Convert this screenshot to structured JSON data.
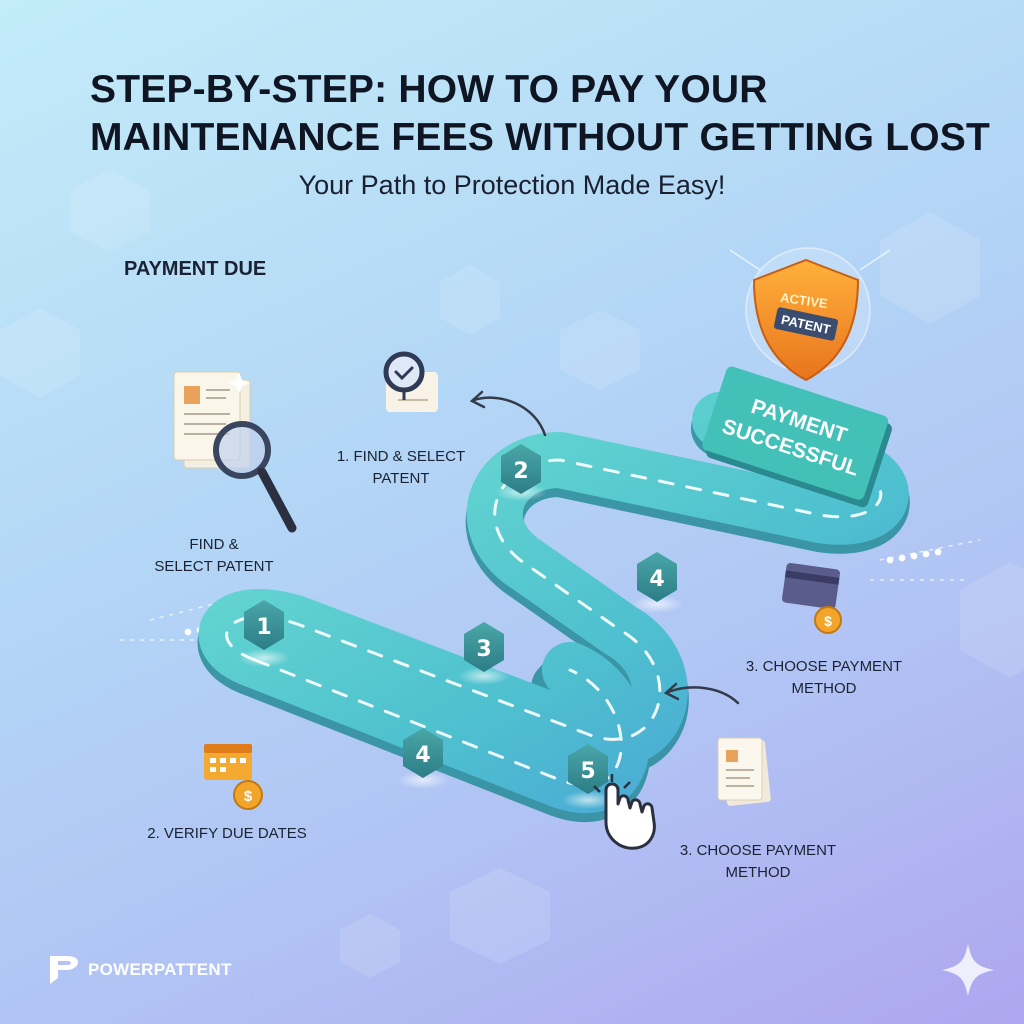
{
  "header": {
    "title_line1": "STEP-BY-STEP: HOW TO PAY YOUR",
    "title_line2": "MAINTENANCE FEES WITHOUT GETTING LOST",
    "subtitle": "Your Path to Protection Made Easy!"
  },
  "start_label": "PAYMENT DUE",
  "labels": {
    "find_select_left_line1": "FIND &",
    "find_select_left_line2": "SELECT PATENT",
    "find_select_top_line1": "1. FIND & SELECT",
    "find_select_top_line2": "PATENT",
    "verify_due_dates": "2. VERIFY DUE DATES",
    "choose_payment_right_line1": "3. CHOOSE PAYMENT",
    "choose_payment_right_line2": "METHOD",
    "choose_payment_bottom_line1": "3. CHOOSE PAYMENT",
    "choose_payment_bottom_line2": "METHOD"
  },
  "markers": {
    "m1": "1",
    "m2": "2",
    "m3": "3",
    "m4a": "4",
    "m4b": "4",
    "m5": "5"
  },
  "finish_sign": {
    "line1": "PAYMENT",
    "line2": "SUCCESSFUL"
  },
  "shield": {
    "line1": "ACTIVE",
    "line2": "PATENT"
  },
  "brand": {
    "name": "POWERPATTENT"
  },
  "icons": {
    "document_magnifier": "document-magnifier-icon",
    "checkmark_bubble": "check-bubble-icon",
    "calendar_coin": "calendar-coin-icon",
    "credit_card_coin": "credit-card-coin-icon",
    "document": "document-icon",
    "hand_pointer": "hand-pointer-icon",
    "shield": "shield-icon",
    "sparkle": "sparkle-icon"
  },
  "colors": {
    "road": "#4fc3c9",
    "road_edge": "#2d8f9c",
    "sign": "#3fb8b5",
    "shield": "#f59a2b",
    "text": "#1b2233"
  }
}
